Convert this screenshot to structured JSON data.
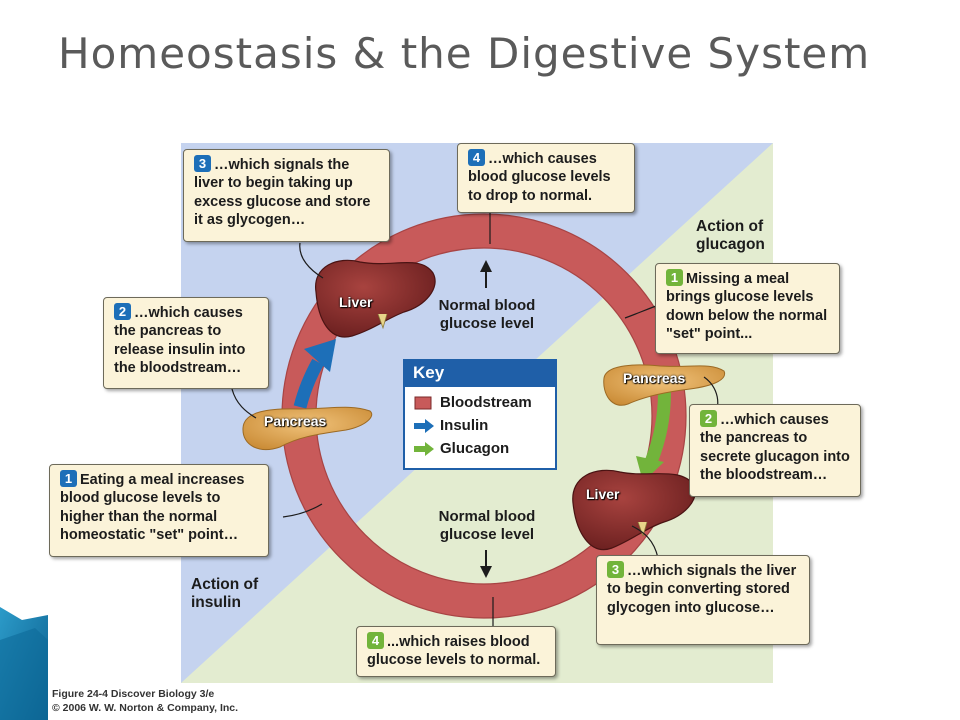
{
  "slide": {
    "title": "Homeostasis & the Digestive System"
  },
  "colors": {
    "bloodstream": "#c85a5a",
    "insulin": "#1d6fb8",
    "glucagon": "#72b43b",
    "insulin_side_bg": "#c5d3ef",
    "glucagon_side_bg": "#e3ecd0",
    "callout_bg": "#fbf3d9"
  },
  "diagram": {
    "insulin_label": "Action of insulin",
    "glucagon_label": "Action of glucagon",
    "glucose_level_top": "Normal blood glucose level",
    "glucose_level_bottom": "Normal blood glucose level",
    "organs": {
      "liver_top": "Liver",
      "pancreas_left": "Pancreas",
      "pancreas_right": "Pancreas",
      "liver_bottom": "Liver"
    },
    "insulin_steps": [
      {
        "num": "1",
        "text": "Eating a meal increases blood glucose levels to higher than the normal homeostatic \"set\" point…"
      },
      {
        "num": "2",
        "text": "…which causes the pancreas to release insulin into the bloodstream…"
      },
      {
        "num": "3",
        "text": "…which signals the liver to begin taking up excess glucose and store it as glycogen…"
      },
      {
        "num": "4",
        "text": "…which causes blood glucose levels to drop to normal."
      }
    ],
    "glucagon_steps": [
      {
        "num": "1",
        "text": "Missing a meal brings glucose levels down below the normal \"set\" point..."
      },
      {
        "num": "2",
        "text": "…which causes the pancreas to secrete glucagon into the bloodstream…"
      },
      {
        "num": "3",
        "text": "…which signals the liver to begin converting stored glycogen into glucose…"
      },
      {
        "num": "4",
        "text": "...which raises blood glucose levels to normal."
      }
    ],
    "key": {
      "title": "Key",
      "items": [
        "Bloodstream",
        "Insulin",
        "Glucagon"
      ]
    }
  },
  "caption": {
    "line1": "Figure 24-4  Discover Biology 3/e",
    "line2": "© 2006 W. W. Norton & Company, Inc."
  }
}
